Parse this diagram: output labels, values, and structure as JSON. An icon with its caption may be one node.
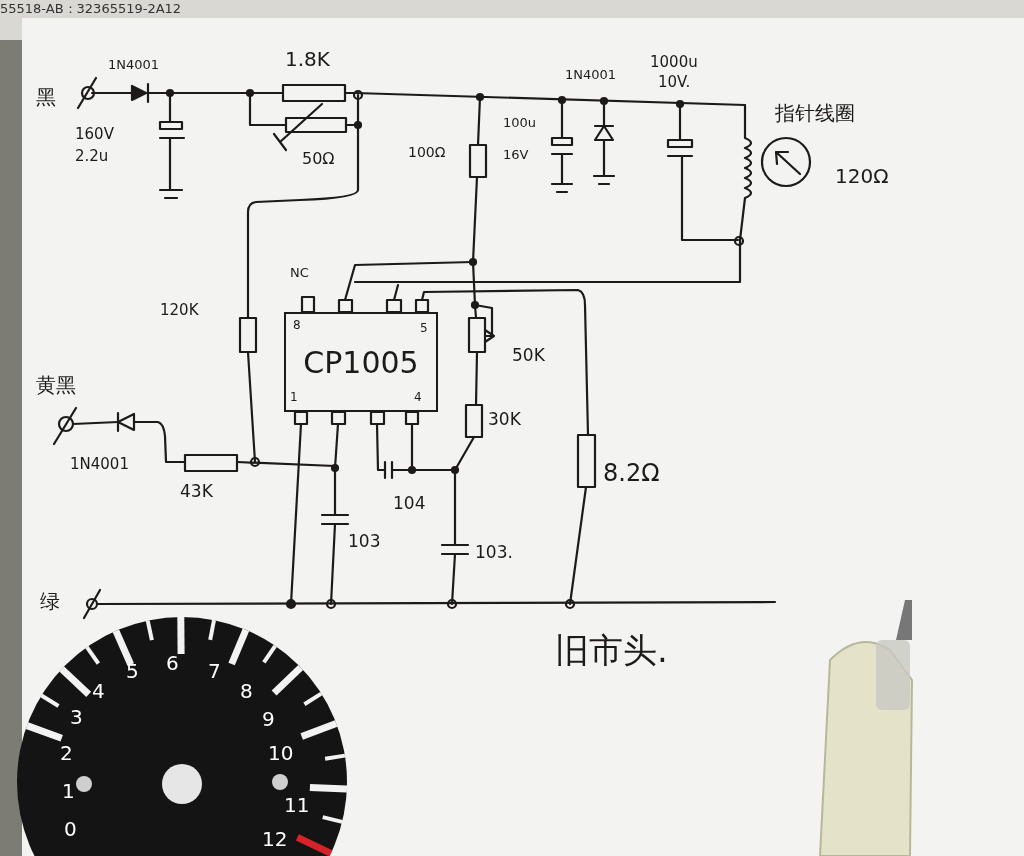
{
  "diagram": {
    "nodes": [
      {
        "text": [
          "CP1005"
        ]
      }
    ],
    "labels": [
      "55518-AB：32365519-2A12",
      "1N4001",
      "1.8K",
      "1000u",
      "10V.",
      "1N4001",
      "黑",
      "100u",
      "160V",
      "指针线圈",
      "100Ω",
      "50Ω",
      "16V",
      "120Ω",
      "2.2u",
      "NC",
      "8",
      "5",
      "120K",
      "50K",
      "黄黑",
      "1",
      "4",
      "30K",
      "1N4001",
      "43K",
      "104",
      "8.2Ω",
      "103",
      "103.",
      "绿",
      "旧市头.",
      "0",
      "1",
      "2",
      "3",
      "4",
      "5",
      "6",
      "7",
      "8",
      "9",
      "10",
      "11",
      "12"
    ]
  }
}
